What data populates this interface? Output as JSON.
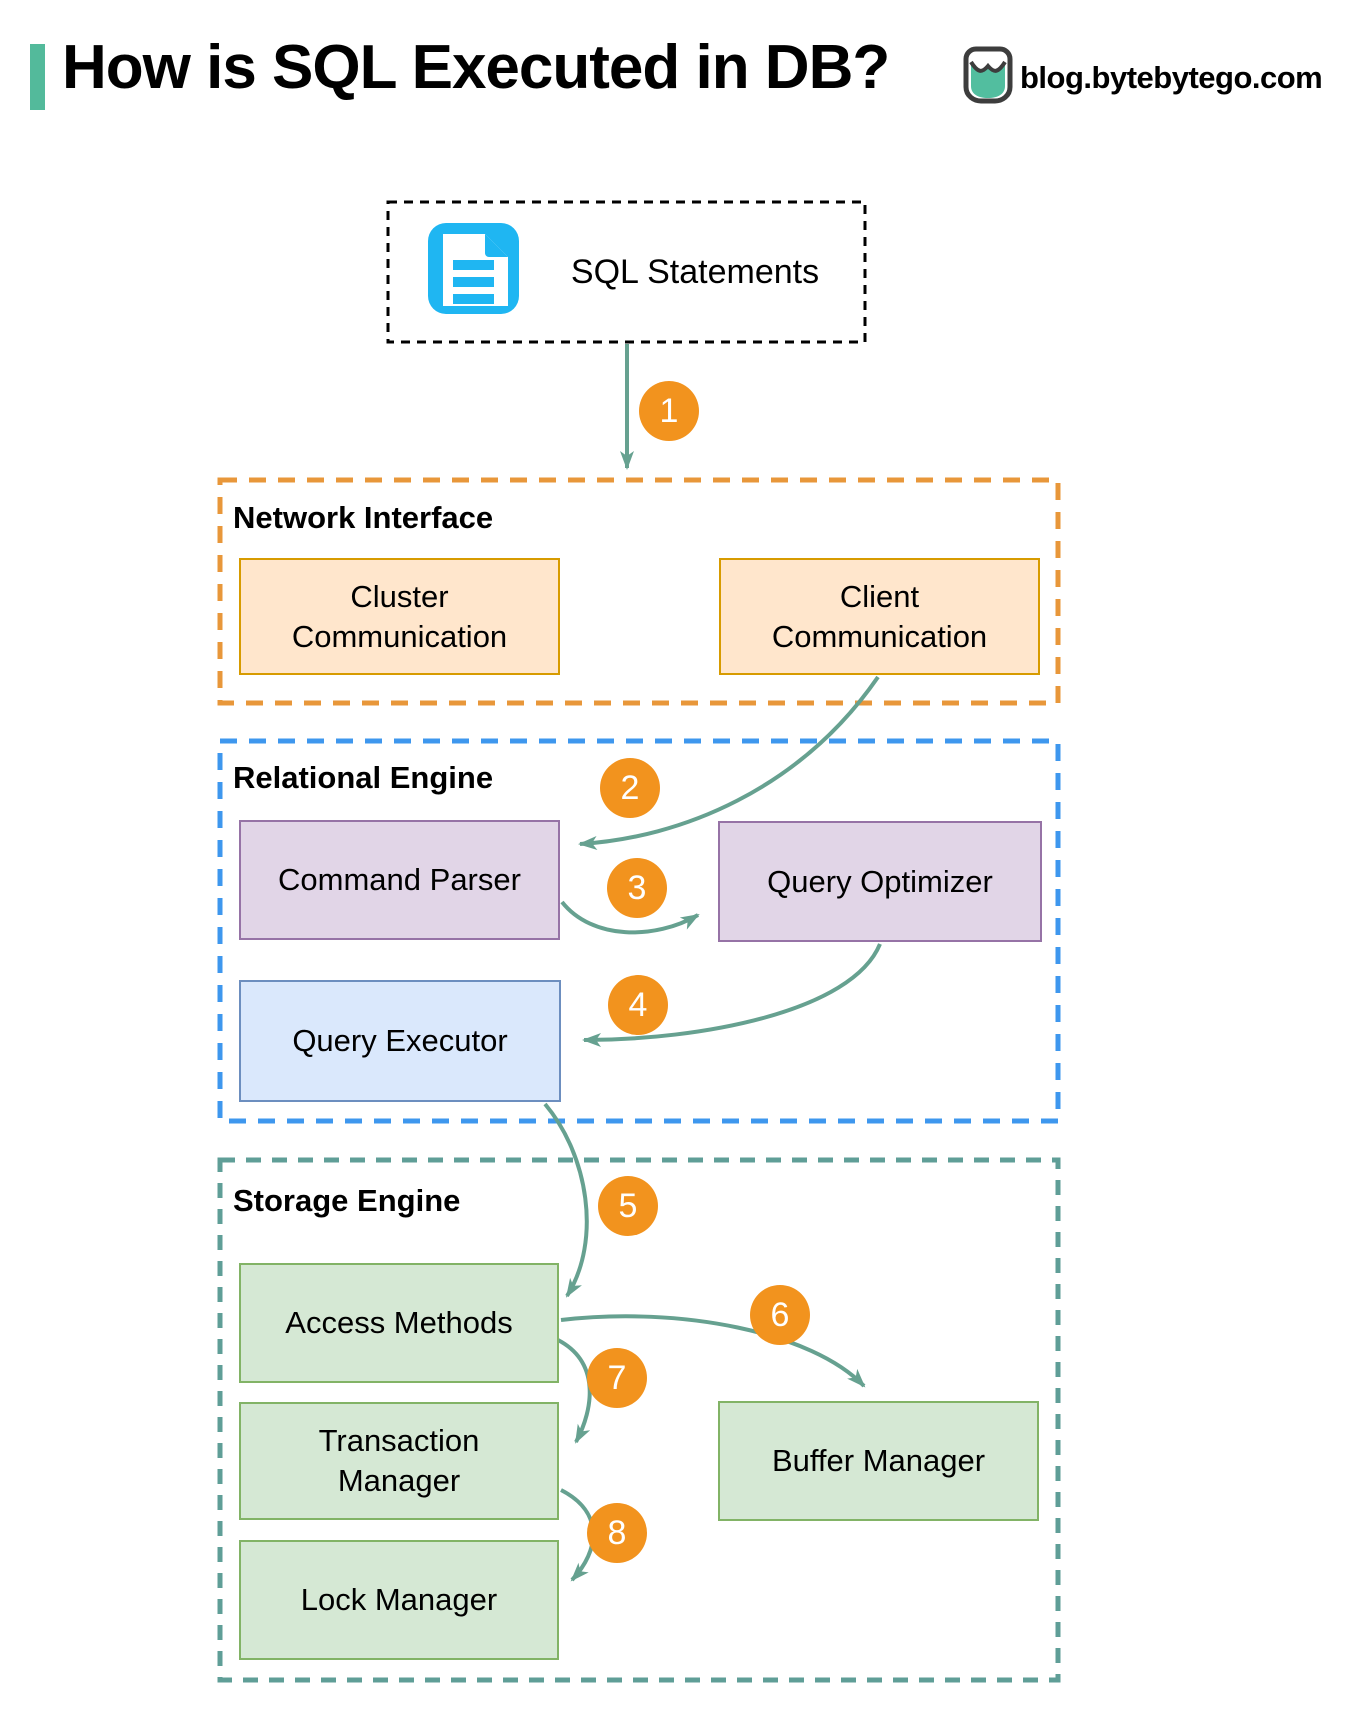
{
  "header": {
    "title": "How is SQL Executed in DB?",
    "site": "blog.bytebytego.com"
  },
  "sql_box": {
    "label": "SQL Statements",
    "icon": "document-icon"
  },
  "sections": [
    {
      "label": "Network Interface",
      "border_color": "#E8973A"
    },
    {
      "label": "Relational Engine",
      "border_color": "#3E97EE"
    },
    {
      "label": "Storage Engine",
      "border_color": "#5F9E97"
    }
  ],
  "nodes": {
    "cluster_communication": {
      "label": "Cluster Communication",
      "fill": "#FFE6CC",
      "border": "#D79B00"
    },
    "client_communication": {
      "label": "Client Communication",
      "fill": "#FFE6CC",
      "border": "#D79B00"
    },
    "command_parser": {
      "label": "Command Parser",
      "fill": "#E1D5E7",
      "border": "#9673A6"
    },
    "query_optimizer": {
      "label": "Query Optimizer",
      "fill": "#E1D5E7",
      "border": "#9673A6"
    },
    "query_executor": {
      "label": "Query Executor",
      "fill": "#DAE8FC",
      "border": "#6C8EBF"
    },
    "access_methods": {
      "label": "Access Methods",
      "fill": "#D5E8D4",
      "border": "#82B366"
    },
    "transaction_manager": {
      "label": "Transaction Manager",
      "fill": "#D5E8D4",
      "border": "#82B366"
    },
    "buffer_manager": {
      "label": "Buffer Manager",
      "fill": "#D5E8D4",
      "border": "#82B366"
    },
    "lock_manager": {
      "label": "Lock Manager",
      "fill": "#D5E8D4",
      "border": "#82B366"
    }
  },
  "steps": [
    "1",
    "2",
    "3",
    "4",
    "5",
    "6",
    "7",
    "8"
  ],
  "colors": {
    "accent_bar": "#53BA9B",
    "arrow": "#66A190",
    "badge": "#F2931E",
    "sql_icon": "#1FB6F2",
    "sql_box_border": "#000000"
  }
}
